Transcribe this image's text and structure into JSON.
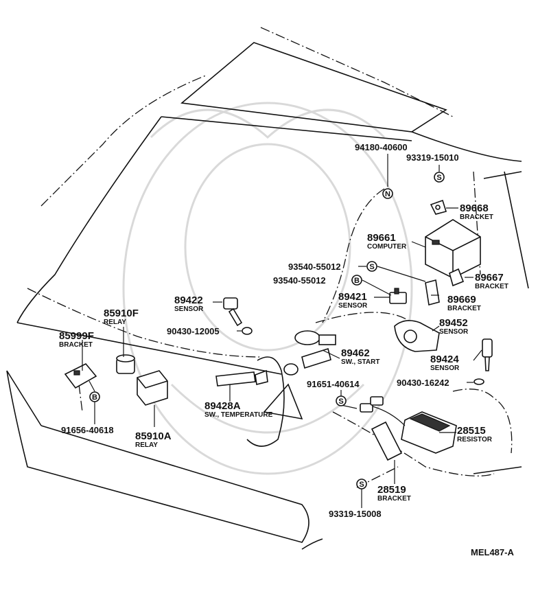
{
  "diagram_ref": "MEL487-A",
  "parts": [
    {
      "number": "94180-40600",
      "desc": ""
    },
    {
      "number": "93319-15010",
      "desc": ""
    },
    {
      "number": "89668",
      "desc": "BRACKET"
    },
    {
      "number": "89661",
      "desc": "COMPUTER"
    },
    {
      "number": "93540-55012",
      "desc": ""
    },
    {
      "number": "93540-55012",
      "desc": ""
    },
    {
      "number": "89667",
      "desc": "BRACKET"
    },
    {
      "number": "89421",
      "desc": "SENSOR"
    },
    {
      "number": "89669",
      "desc": "BRACKET"
    },
    {
      "number": "89422",
      "desc": "SENSOR"
    },
    {
      "number": "90430-12005",
      "desc": ""
    },
    {
      "number": "89452",
      "desc": "SENSOR"
    },
    {
      "number": "85910F",
      "desc": "RELAY"
    },
    {
      "number": "85999F",
      "desc": "BRACKET"
    },
    {
      "number": "89462",
      "desc": "SW., START"
    },
    {
      "number": "89424",
      "desc": "SENSOR"
    },
    {
      "number": "90430-16242",
      "desc": ""
    },
    {
      "number": "91651-40614",
      "desc": ""
    },
    {
      "number": "89428A",
      "desc": "SW., TEMPERATURE"
    },
    {
      "number": "28515",
      "desc": "RESISTOR"
    },
    {
      "number": "91656-40618",
      "desc": ""
    },
    {
      "number": "85910A",
      "desc": "RELAY"
    },
    {
      "number": "28519",
      "desc": "BRACKET"
    },
    {
      "number": "93319-15008",
      "desc": ""
    }
  ],
  "symbols": {
    "n": "N",
    "s": "S",
    "b": "B"
  }
}
